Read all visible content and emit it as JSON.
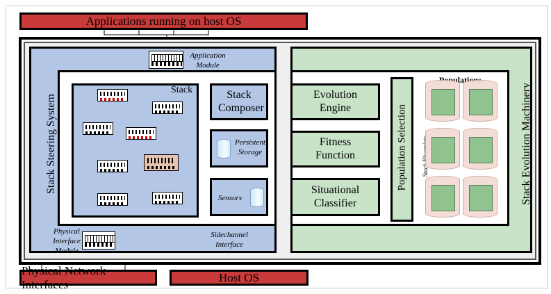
{
  "top_bar": {
    "label": "Applications running on host OS"
  },
  "bottom_bars": {
    "left": "Physical Network Interfaces",
    "right": "Host OS"
  },
  "steering": {
    "title": "Stack Steering System",
    "application_module": "Application Module",
    "stack_label": "Stack",
    "stack_composer": "Stack Composer",
    "persistent_storage": "Persistent Storage",
    "sensors": "Sensors",
    "physical_interface_module": "Physical Interface Module",
    "sidechannel_interface": "Sidechannel Interface"
  },
  "evolution": {
    "title": "Stack Evolution Machinery",
    "evolution_engine": "Evolution Engine",
    "fitness_function": "Fitness Function",
    "situational_classifier": "Situational Classifier",
    "population_selection": "Population Selection",
    "populations": "Populations",
    "stack_blueprints": "Stack Blueprints"
  },
  "colors": {
    "red": "#c93a3a",
    "blue": "#b3c6e6",
    "green": "#c8e3c8",
    "module_highlight": "#e8c4b0"
  }
}
